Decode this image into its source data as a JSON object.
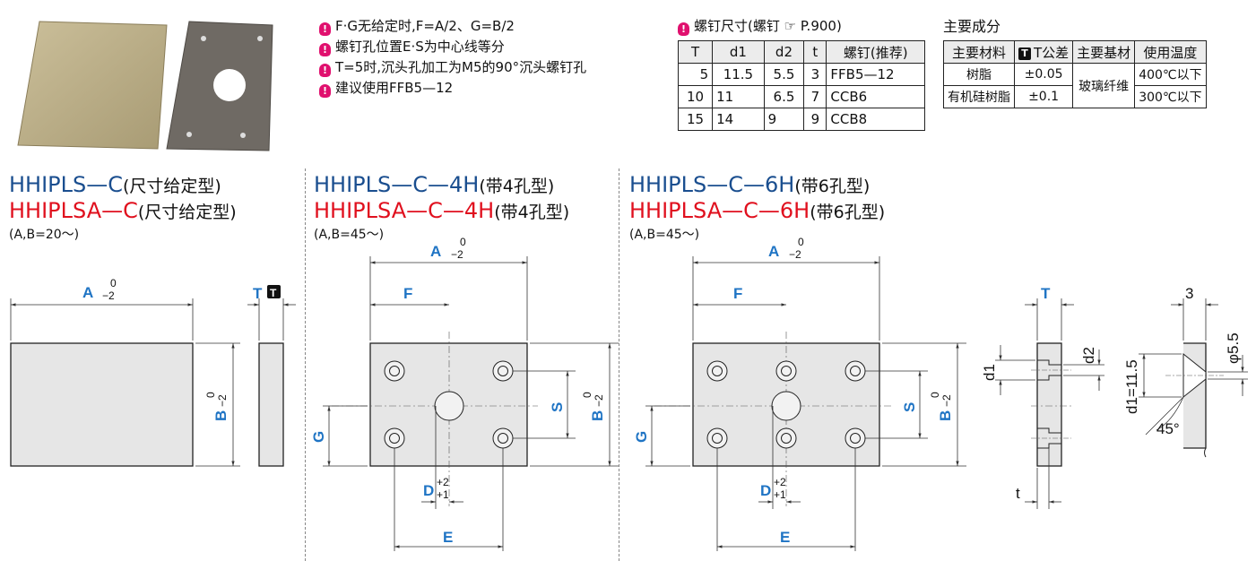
{
  "notes": [
    "F·G无给定时,F=A/2、G=B/2",
    "螺钉孔位置E·S为中心线等分",
    "T=5时,沉头孔加工为M5的90°沉头螺钉孔",
    "建议使用FFB5—12"
  ],
  "screw_table": {
    "title": "螺钉尺寸(螺钉 ☞ P.900)",
    "headers": [
      "T",
      "d1",
      "d2",
      "t",
      "螺钉(推荐)"
    ],
    "rows": [
      [
        "5",
        "11.5",
        "5.5",
        "3",
        "FFB5—12"
      ],
      [
        "10",
        "11",
        "6.5",
        "7",
        "CCB6"
      ],
      [
        "15",
        "14",
        "9",
        "9",
        "CCB8"
      ]
    ]
  },
  "material_table": {
    "title": "主要成分",
    "headers": [
      "主要材料",
      "T公差",
      "主要基材",
      "使用温度"
    ],
    "rows": [
      [
        "树脂",
        "±0.05",
        "玻璃纤维",
        "400℃以下"
      ],
      [
        "有机硅树脂",
        "±0.1",
        "",
        "300℃以下"
      ]
    ]
  },
  "series": [
    {
      "line1": "HHIPLS—C",
      "line2": "HHIPLSA—C",
      "suffix": "(尺寸给定型)",
      "range": "(A,B=20～)"
    },
    {
      "line1": "HHIPLS—C—4H",
      "line2": "HHIPLSA—C—4H",
      "suffix": "(带4孔型)",
      "range": "(A,B=45～)"
    },
    {
      "line1": "HHIPLS—C—6H",
      "line2": "HHIPLSA—C—6H",
      "suffix": "(带6孔型)",
      "range": "(A,B=45～)"
    }
  ],
  "dims": {
    "A": "A",
    "B": "B",
    "T": "T",
    "F": "F",
    "G": "G",
    "S": "S",
    "D": "D",
    "E": "E",
    "tol_upper": "0",
    "tol_lower": "−2",
    "d_upper": "+2",
    "d_lower": "+1",
    "d1": "d1",
    "d2": "d2",
    "t": "t",
    "d1_value": "d1=11.5",
    "phi": "φ5.5",
    "three": "3",
    "angle": "45°"
  },
  "colors": {
    "blue_title": "#1a4e8f",
    "red_title": "#e0101e",
    "dim_blue": "#1f74c4",
    "bulb": "#e0106e"
  }
}
